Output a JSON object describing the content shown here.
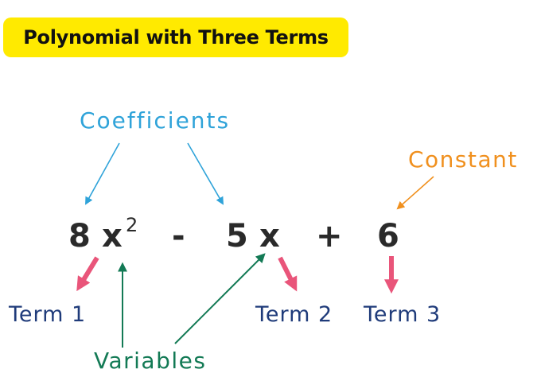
{
  "title": "Polynomial with Three Terms",
  "labels": {
    "coefficients": "Coefficients",
    "constant": "Constant",
    "variables": "Variables"
  },
  "expression": {
    "coef1": "8",
    "var1": "x",
    "exp1": "2",
    "op1": "-",
    "coef2": "5",
    "var2": "x",
    "op2": "+",
    "constant": "6"
  },
  "terms": [
    "Term 1",
    "Term 2",
    "Term 3"
  ],
  "colors": {
    "title_bg": "#ffea00",
    "coefficients": "#2fa3d9",
    "constant": "#f0901e",
    "variables": "#137a55",
    "terms": "#1f3b7a",
    "term_arrows": "#e9557a",
    "expression": "#2a2a2a"
  }
}
